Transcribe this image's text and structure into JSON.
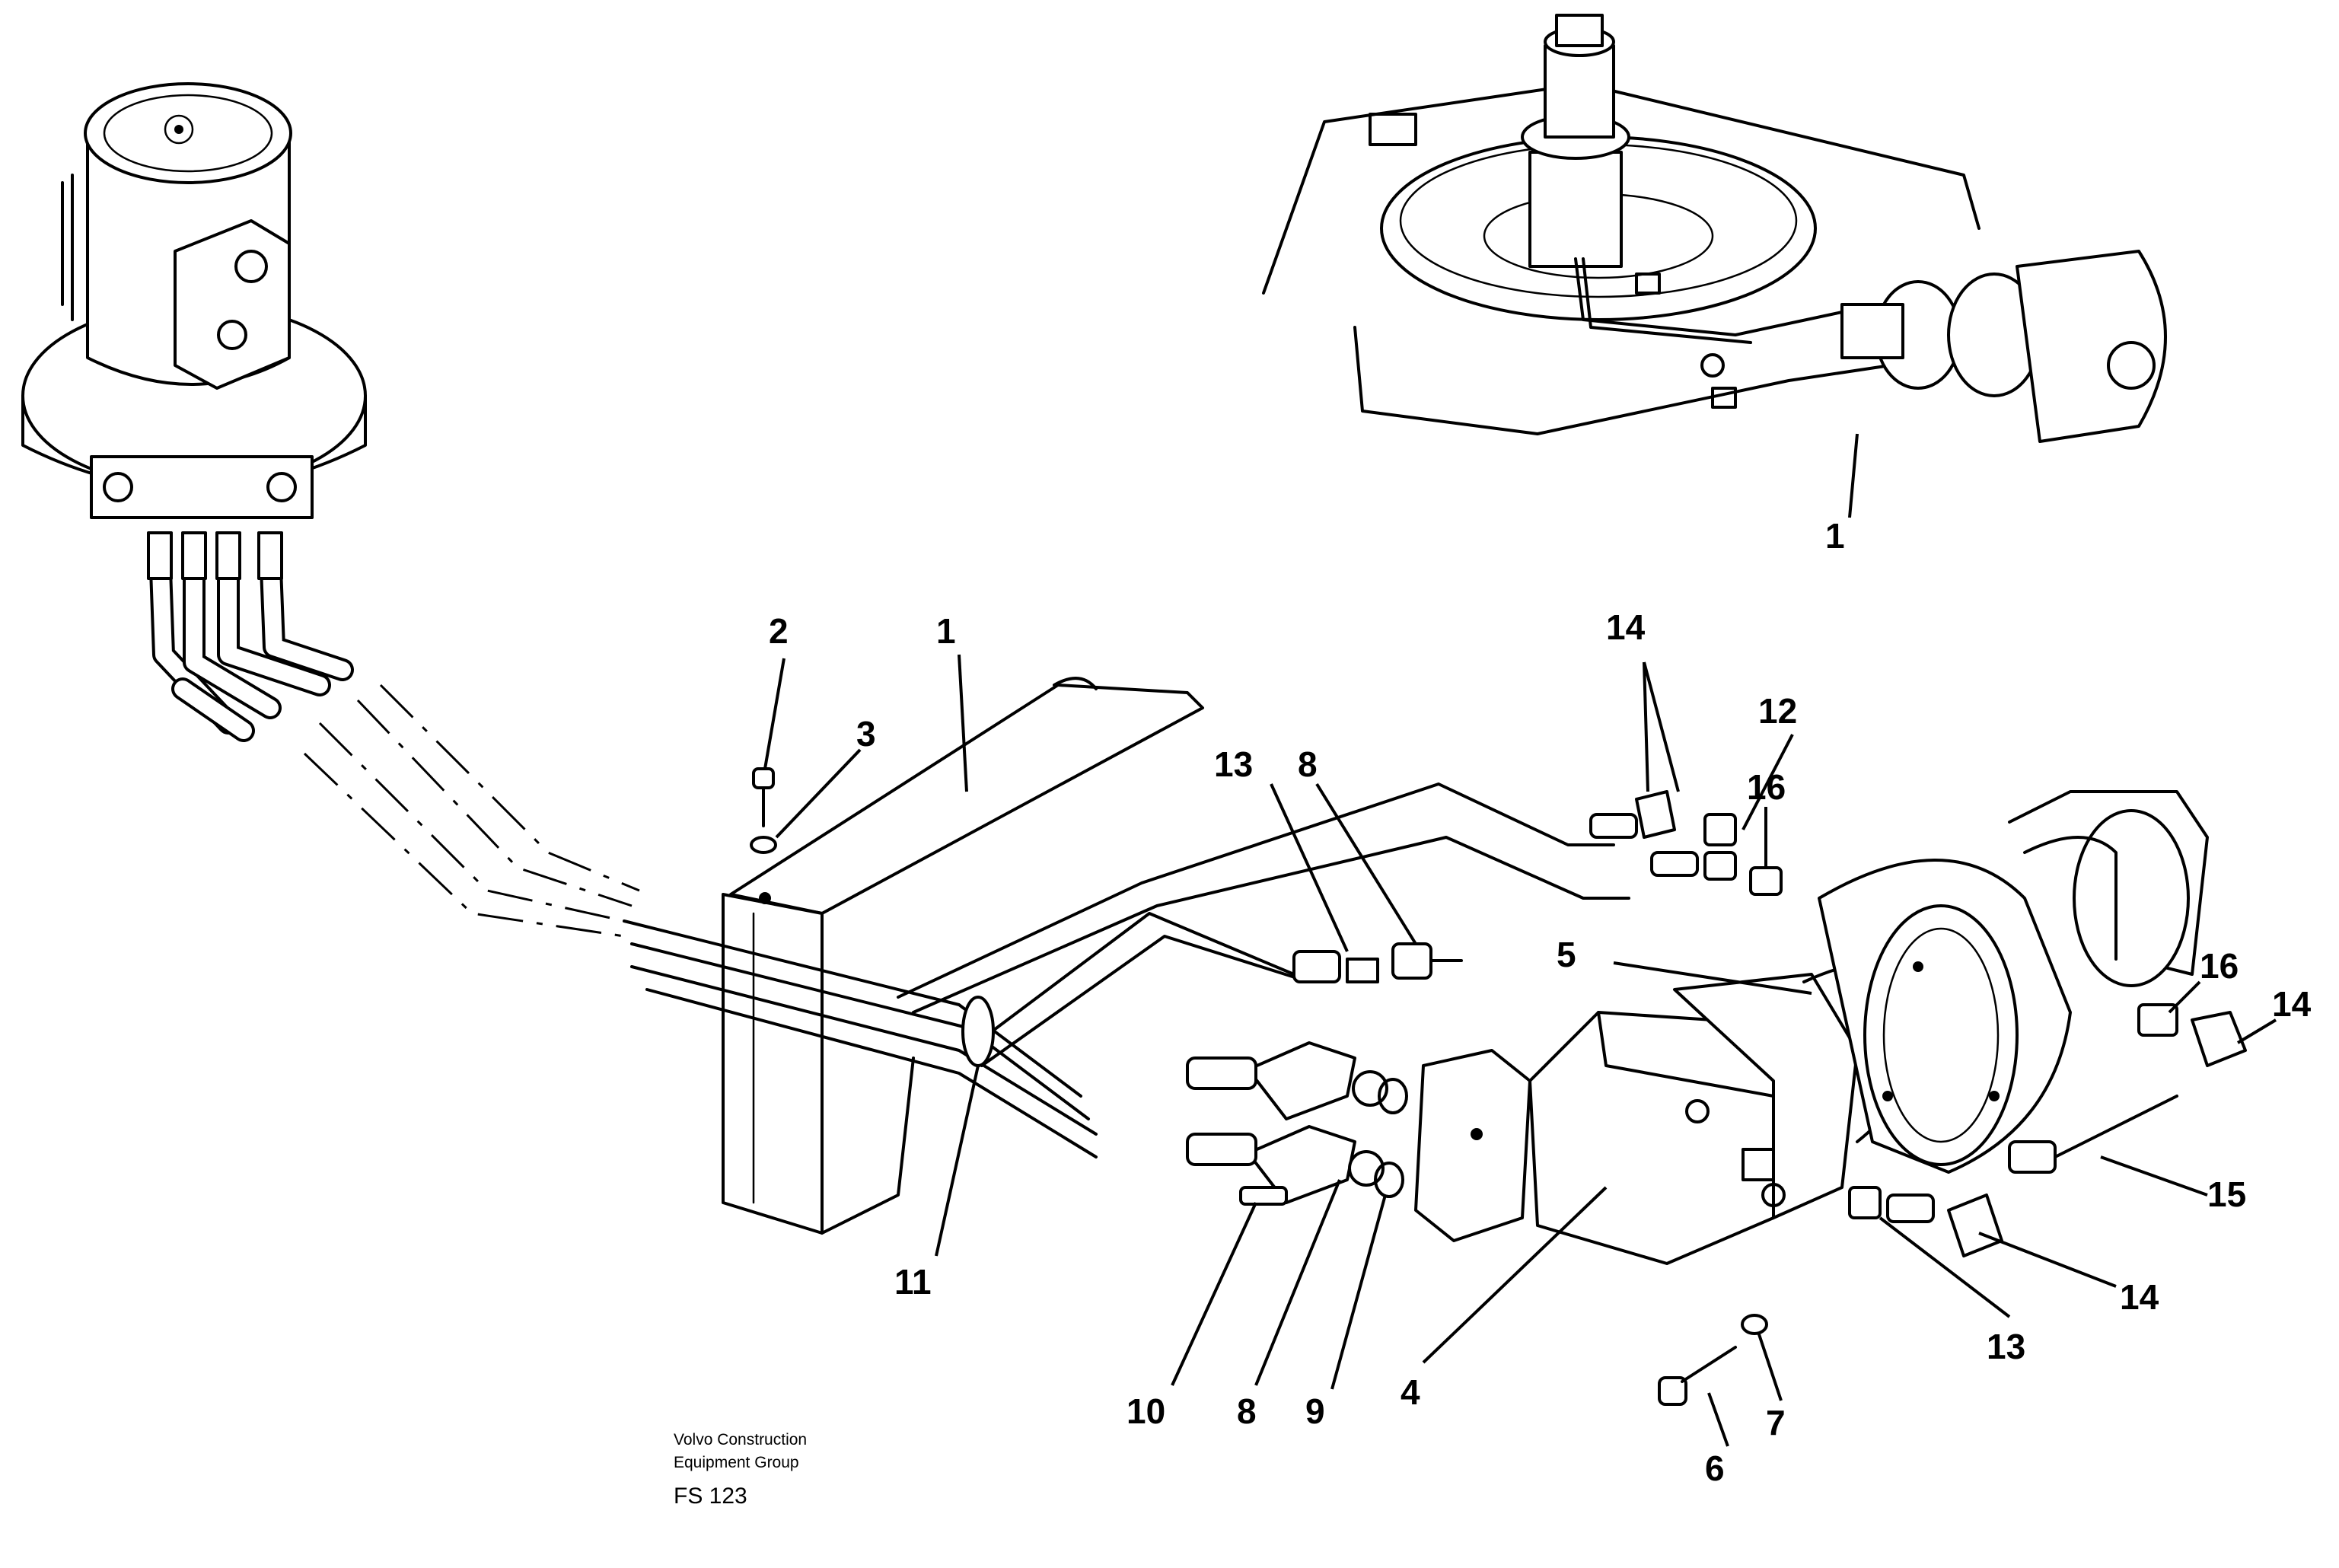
{
  "callouts": {
    "c1_top": "1",
    "c1_bracket": "1",
    "c2": "2",
    "c3": "3",
    "c4": "4",
    "c5": "5",
    "c6": "6",
    "c7": "7",
    "c8_upper": "8",
    "c8_lower": "8",
    "c9": "9",
    "c10": "10",
    "c11": "11",
    "c12": "12",
    "c13_upper": "13",
    "c13_lower": "13",
    "c14_top": "14",
    "c14_right": "14",
    "c14_lower": "14",
    "c15": "15",
    "c16_upper": "16",
    "c16_right": "16"
  },
  "footer": {
    "line1": "Volvo Construction",
    "line2": "Equipment Group",
    "code": "FS 123"
  }
}
